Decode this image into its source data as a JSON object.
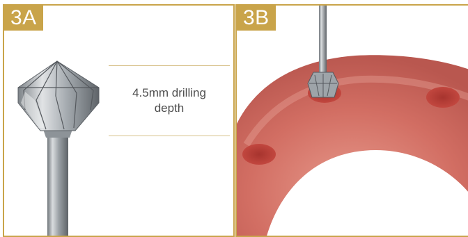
{
  "panel_a": {
    "label": "3A",
    "callout_text": "4.5mm drilling depth"
  },
  "panel_b": {
    "label": "3B"
  },
  "colors": {
    "accent_gold": "#c9a44a",
    "callout_line": "#d6bf86",
    "text_gray": "#4d4d4d",
    "gum_pink": "#c9615a",
    "hole_red": "#a7342e",
    "bur_metal": "#8c9297"
  }
}
